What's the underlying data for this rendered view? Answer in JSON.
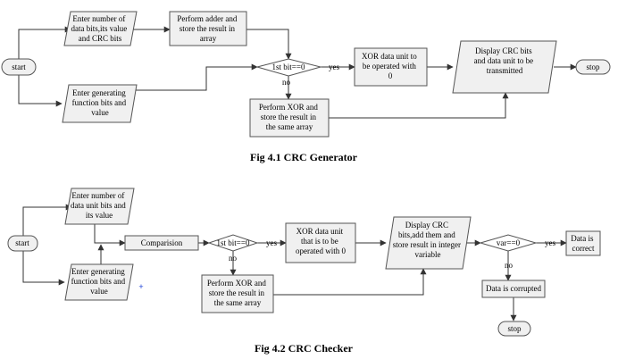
{
  "colors": {
    "shape_fill": "#f0f0f0",
    "stroke": "#555555",
    "marker": "#1a3fd6"
  },
  "generator": {
    "caption": "Fig 4.1 CRC Generator",
    "start": "start",
    "input1": [
      "Enter number of",
      "data bits,its value",
      "and CRC bits"
    ],
    "input2": [
      "Enter generating",
      "function bits and",
      "value"
    ],
    "adder": [
      "Perform adder and",
      "store the result in",
      "array"
    ],
    "decision": "1st bit==0",
    "xor_unit": [
      "XOR data unit to",
      "be operated with",
      "0"
    ],
    "display": [
      "Display CRC bits",
      "and data unit to be",
      "transmitted"
    ],
    "perform_xor": [
      "Perform XOR and",
      "store the result in",
      "the same array"
    ],
    "stop": "stop",
    "yes": "yes",
    "no": "no"
  },
  "checker": {
    "caption": "Fig 4.2 CRC Checker",
    "start": "start",
    "input1": [
      "Enter number of",
      "data unit bits and",
      "its value"
    ],
    "input2": [
      "Enter generating",
      "function bits and",
      "value"
    ],
    "comparison": "Comparision",
    "decision": "1st bit==0",
    "xor_unit": [
      "XOR data unit",
      "that is to be",
      "operated with 0"
    ],
    "display": [
      "Display CRC",
      "bits,add them and",
      "store result in integer",
      "variable"
    ],
    "perform_xor": [
      "Perform XOR and",
      "store the result in",
      "the same array"
    ],
    "var_decision": "var==0",
    "correct": [
      "Data is",
      "correct"
    ],
    "corrupted": "Data is corrupted",
    "stop": "stop",
    "yes1": "yes",
    "no1": "no",
    "yes2": "yes",
    "no2": "no",
    "plus_marker": "+"
  }
}
